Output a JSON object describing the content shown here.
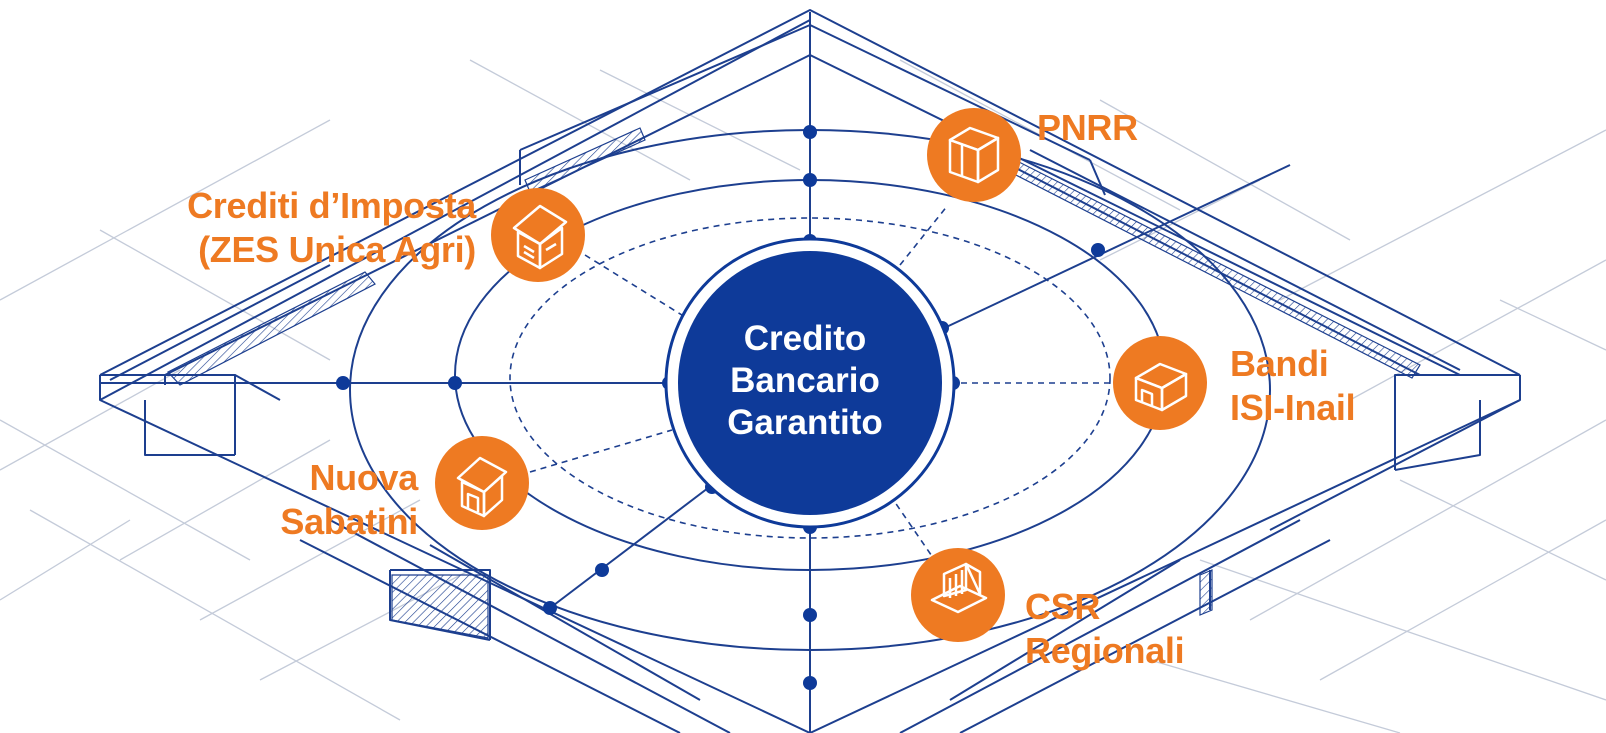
{
  "center": {
    "line1": "Credito",
    "line2": "Bancario",
    "line3": "Garantito"
  },
  "nodes": [
    {
      "id": "pnrr",
      "line1": "PNRR",
      "line2": "",
      "icon": "package-box-icon"
    },
    {
      "id": "crediti",
      "line1": "Crediti d’Imposta",
      "line2": "(ZES Unica Agri)",
      "icon": "house-icon"
    },
    {
      "id": "bandi",
      "line1": "Bandi",
      "line2": "ISI-Inail",
      "icon": "building-icon"
    },
    {
      "id": "sabatini",
      "line1": "Nuova",
      "line2": "Sabatini",
      "icon": "house-icon"
    },
    {
      "id": "csr",
      "line1": "CSR",
      "line2": "Regionali",
      "icon": "factory-icon"
    }
  ],
  "colors": {
    "accent_orange": "#ee7a22",
    "primary_blue": "#0e3a99",
    "blueprint_line": "#1d3f8f",
    "grid_line": "#c4cbd9"
  }
}
